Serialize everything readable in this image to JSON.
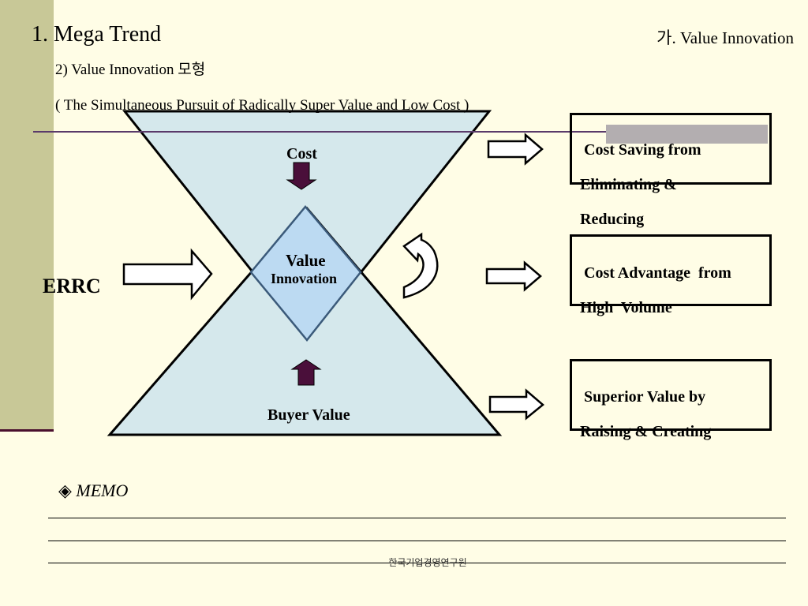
{
  "header": {
    "title": "1. Mega Trend",
    "section": "가. Value Innovation",
    "subtitle": "2) Value Innovation 모형",
    "tagline": "( The Simultaneous Pursuit of Radically Super Value and Low Cost )"
  },
  "diagram": {
    "cost_label": "Cost",
    "center_line1": "Value",
    "center_line2": "Innovation",
    "buyer_label": "Buyer Value",
    "errc_label": "ERRC",
    "boxes": [
      {
        "line1": " Cost Saving from",
        "line2": "Eliminating &",
        "line3": "Reducing"
      },
      {
        "line1": " Cost Advantage  from",
        "line2": "High  Volume"
      },
      {
        "line1": " Superior Value by",
        "line2": "Raising & Creating"
      }
    ],
    "colors": {
      "hourglass_fill": "#d5e8ec",
      "diamond_fill": "#bcdaf2",
      "diamond_stroke": "#3b5a7a",
      "arrow_fill": "#4a0f3a"
    }
  },
  "memo": {
    "symbol": "◈",
    "label": "MEMO"
  },
  "footer": {
    "text": "한국기업경영연구원"
  }
}
